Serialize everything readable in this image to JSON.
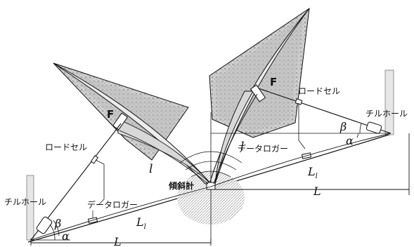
{
  "diagram": {
    "labels": {
      "inclinometer": "傾斜計",
      "load_cell_left": "ロードセル",
      "load_cell_right": "ロードセル",
      "data_logger_left": "データロガー",
      "data_logger_right": "データロガー",
      "tilhor_left": "チルホール",
      "tilhor_right": "チルホール",
      "force_left": "F",
      "force_right": "F",
      "beta_left": "β",
      "beta_right": "β",
      "alpha_left": "α",
      "alpha_right": "α",
      "l_left": "l",
      "l_right": "l",
      "Ll_left": "L",
      "Ll_left_sub": "l",
      "Ll_right": "L",
      "Ll_right_sub": "l",
      "L_left": "L",
      "L_right": "L"
    },
    "colors": {
      "canopy": "#c9c9c9",
      "canopy_dark": "#9a9a9a",
      "stroke": "#111111",
      "trunk": "#e6e6e6",
      "root": "#b5b5b5"
    }
  }
}
